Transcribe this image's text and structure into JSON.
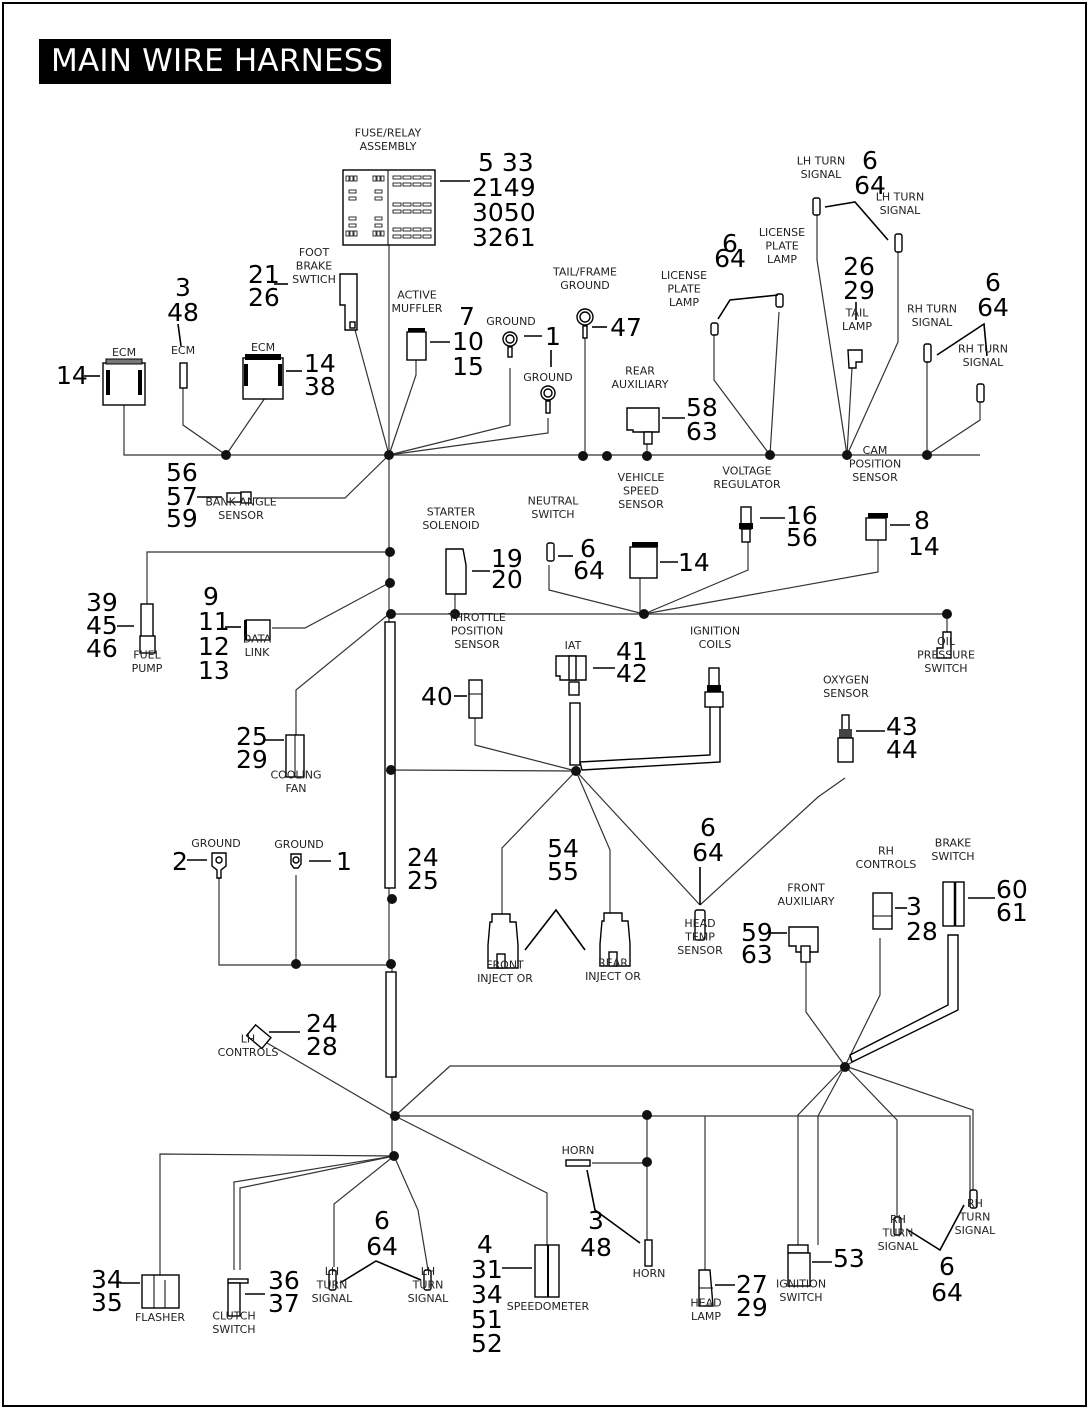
{
  "title": "MAIN WIRE HARNESS",
  "components": [
    {
      "id": "fuse-relay",
      "label": [
        "FUSE/RELAY",
        "ASSEMBLY"
      ],
      "refs": [
        "5 33",
        "2149",
        "3050",
        "3261"
      ]
    },
    {
      "id": "ecm-left",
      "label": [
        "ECM"
      ],
      "refs": [
        "14"
      ]
    },
    {
      "id": "ecm-small",
      "label": [
        "ECM"
      ],
      "refs": [
        "3",
        "48"
      ]
    },
    {
      "id": "ecm-right",
      "label": [
        "ECM"
      ],
      "refs": [
        "14",
        "38"
      ]
    },
    {
      "id": "foot-brake",
      "label": [
        "FOOT",
        "BRAKE",
        "SWTICH"
      ],
      "refs": [
        "21",
        "26"
      ]
    },
    {
      "id": "active-muffler",
      "label": [
        "ACTIVE",
        "MUFFLER"
      ],
      "refs": [
        "7",
        "10",
        "15"
      ]
    },
    {
      "id": "ground-top",
      "label": [
        "GROUND"
      ],
      "refs": [
        "1"
      ]
    },
    {
      "id": "ground-top2",
      "label": [
        "GROUND"
      ],
      "refs": []
    },
    {
      "id": "tail-frame-ground",
      "label": [
        "TAIL/FRAME",
        "GROUND"
      ],
      "refs": [
        "47"
      ]
    },
    {
      "id": "rear-auxiliary",
      "label": [
        "REAR",
        "AUXILIARY"
      ],
      "refs": [
        "58",
        "63"
      ]
    },
    {
      "id": "license-plate-lamps",
      "label": [
        "LICENSE",
        "PLATE",
        "LAMP"
      ],
      "refs": [
        "6",
        "64"
      ]
    },
    {
      "id": "lh-turn-rear",
      "label": [
        "LH TURN",
        "SIGNAL"
      ],
      "refs": [
        "6",
        "64"
      ]
    },
    {
      "id": "tail-lamp",
      "label": [
        "TAIL",
        "LAMP"
      ],
      "refs": [
        "26",
        "29"
      ]
    },
    {
      "id": "rh-turn-rear",
      "label": [
        "RH TURN",
        "SIGNAL"
      ],
      "refs": [
        "6",
        "64"
      ]
    },
    {
      "id": "bank-angle",
      "label": [
        "BANK ANGLE",
        "SENSOR"
      ],
      "refs": [
        "56",
        "57",
        "59"
      ]
    },
    {
      "id": "fuel-pump",
      "label": [
        "FUEL",
        "PUMP"
      ],
      "refs": [
        "39",
        "45",
        "46"
      ]
    },
    {
      "id": "data-link",
      "label": [
        "DATA",
        "LINK"
      ],
      "refs": [
        "9",
        "11",
        "12",
        "13"
      ]
    },
    {
      "id": "starter-solenoid",
      "label": [
        "STARTER",
        "SOLENOID"
      ],
      "refs": [
        "19",
        "20"
      ]
    },
    {
      "id": "neutral-switch",
      "label": [
        "NEUTRAL",
        "SWITCH"
      ],
      "refs": [
        "6",
        "64"
      ]
    },
    {
      "id": "vehicle-speed",
      "label": [
        "VEHICLE",
        "SPEED",
        "SENSOR"
      ],
      "refs": [
        "14"
      ]
    },
    {
      "id": "voltage-regulator",
      "label": [
        "VOLTAGE",
        "REGULATOR"
      ],
      "refs": [
        "16",
        "56"
      ]
    },
    {
      "id": "cam-position",
      "label": [
        "CAM",
        "POSITION",
        "SENSOR"
      ],
      "refs": [
        "8",
        "14"
      ]
    },
    {
      "id": "oil-pressure",
      "label": [
        "OIL",
        "PRESSURE",
        "SWITCH"
      ],
      "refs": []
    },
    {
      "id": "cooling-fan",
      "label": [
        "COOLING",
        "FAN"
      ],
      "refs": [
        "25",
        "29"
      ]
    },
    {
      "id": "throttle-position",
      "label": [
        "THROTTLE",
        "POSITION",
        "SENSOR"
      ],
      "refs": [
        "40"
      ]
    },
    {
      "id": "iat",
      "label": [
        "IAT"
      ],
      "refs": [
        "41",
        "42"
      ]
    },
    {
      "id": "ignition-coils",
      "label": [
        "IGNITION",
        "COILS"
      ],
      "refs": []
    },
    {
      "id": "oxygen-sensor",
      "label": [
        "OXYGEN",
        "SENSOR"
      ],
      "refs": [
        "43",
        "44"
      ]
    },
    {
      "id": "ground-left",
      "label": [
        "GROUND"
      ],
      "refs": [
        "2"
      ]
    },
    {
      "id": "ground-mid",
      "label": [
        "GROUND"
      ],
      "refs": [
        "1"
      ]
    },
    {
      "id": "harness-conduit",
      "label": [],
      "refs": [
        "24",
        "25"
      ]
    },
    {
      "id": "injectors",
      "label": [
        "FRONT",
        "INJECT OR"
      ],
      "label2": [
        "REAR",
        "INJECT OR"
      ],
      "refs": [
        "54",
        "55"
      ]
    },
    {
      "id": "head-temp",
      "label": [
        "HEAD",
        "TEMP",
        "SENSOR"
      ],
      "refs": [
        "6",
        "64"
      ]
    },
    {
      "id": "front-auxiliary",
      "label": [
        "FRONT",
        "AUXILIARY"
      ],
      "refs": [
        "59",
        "63"
      ]
    },
    {
      "id": "rh-controls",
      "label": [
        "RH",
        "CONTROLS"
      ],
      "refs": [
        "3",
        "28"
      ]
    },
    {
      "id": "brake-switch",
      "label": [
        "BRAKE",
        "SWITCH"
      ],
      "refs": [
        "60",
        "61"
      ]
    },
    {
      "id": "lh-controls",
      "label": [
        "LH",
        "CONTROLS"
      ],
      "refs": [
        "24",
        "28"
      ]
    },
    {
      "id": "flasher",
      "label": [
        "FLASHER"
      ],
      "refs": [
        "34",
        "35"
      ]
    },
    {
      "id": "clutch-switch",
      "label": [
        "CLUTCH",
        "SWITCH"
      ],
      "refs": [
        "36",
        "37"
      ]
    },
    {
      "id": "lh-turn-front",
      "label": [
        "LH",
        "TURN",
        "SIGNAL"
      ],
      "refs": [
        "6",
        "64"
      ]
    },
    {
      "id": "speedometer",
      "label": [
        "SPEEDOMETER"
      ],
      "refs": [
        "4",
        "31",
        "34",
        "51",
        "52"
      ]
    },
    {
      "id": "horn",
      "label": [
        "HORN"
      ],
      "refs": [
        "3",
        "48"
      ]
    },
    {
      "id": "head-lamp",
      "label": [
        "HEAD",
        "LAMP"
      ],
      "refs": [
        "27",
        "29"
      ]
    },
    {
      "id": "ignition-switch",
      "label": [
        "IGNITION",
        "SWITCH"
      ],
      "refs": [
        "53"
      ]
    },
    {
      "id": "rh-turn-front",
      "label": [
        "RH",
        "TURN",
        "SIGNAL"
      ],
      "refs": [
        "6",
        "64"
      ]
    }
  ]
}
